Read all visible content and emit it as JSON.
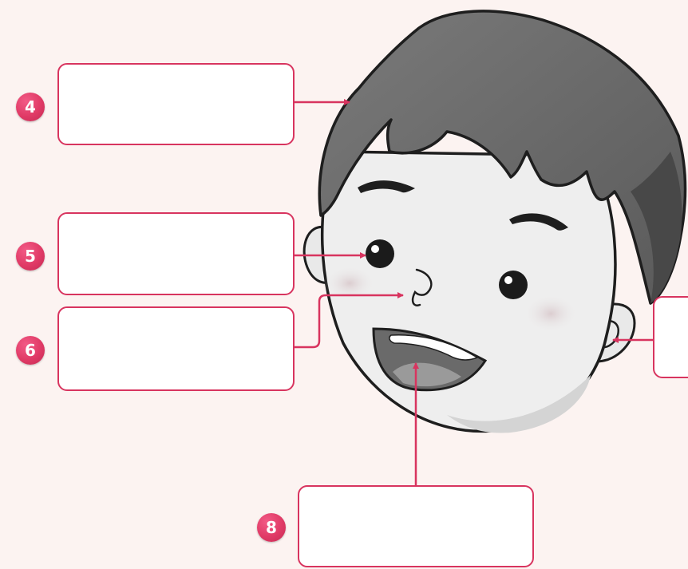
{
  "labels": [
    {
      "id": "hair",
      "number": "4"
    },
    {
      "id": "eye",
      "number": "5"
    },
    {
      "id": "nose",
      "number": "6"
    },
    {
      "id": "ear",
      "number": ""
    },
    {
      "id": "mouth",
      "number": "8"
    }
  ],
  "colors": {
    "background": "#fcf3f1",
    "accent": "#d8345f",
    "box_fill": "#ffffff",
    "hair": "#6e6e6e",
    "skin": "#eeeeee",
    "outline": "#1e1e1e"
  }
}
